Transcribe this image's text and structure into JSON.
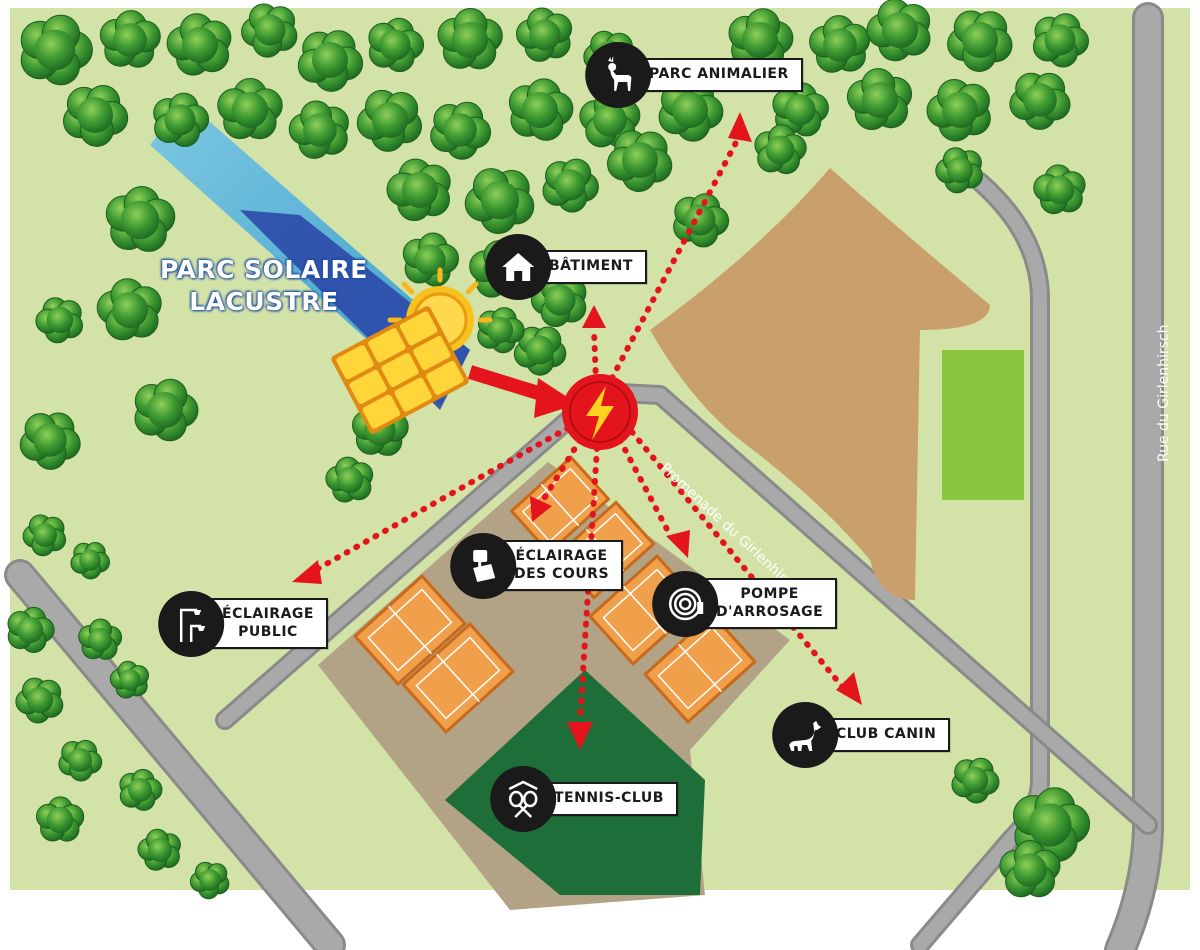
{
  "map": {
    "solar_park": {
      "line1": "PARC SOLAIRE",
      "line2": "LACUSTRE"
    },
    "streets": {
      "promenade": "Promenade du Girlenhirsch",
      "rue": "Rue du Girlenhirsch"
    },
    "destinations": [
      {
        "id": "parc-animalier",
        "label": "PARC ANIMALIER",
        "icon": "deer-icon"
      },
      {
        "id": "batiment",
        "label": "BÂTIMENT",
        "icon": "house-icon"
      },
      {
        "id": "eclairage-cours",
        "label": "ÉCLAIRAGE\nDES COURS",
        "icon": "floodlight-icon"
      },
      {
        "id": "pompe-arrosage",
        "label": "POMPE\nD'ARROSAGE",
        "icon": "hose-icon"
      },
      {
        "id": "eclairage-public",
        "label": "ÉCLAIRAGE\nPUBLIC",
        "icon": "streetlamp-icon"
      },
      {
        "id": "club-canin",
        "label": "CLUB CANIN",
        "icon": "dog-icon"
      },
      {
        "id": "tennis-club",
        "label": "TENNIS-CLUB",
        "icon": "tennis-rackets-icon"
      }
    ],
    "hub_icon": "lightning-icon",
    "colors": {
      "grass": "#d3e3a8",
      "road": "#a9a9a9",
      "lake": "#5bb8d6",
      "field": "#c9a06c",
      "court": "#f0a04b",
      "tennis_green": "#1e6e3a",
      "hub_red": "#e3141b",
      "arrow_red": "#e3141b",
      "tree": "#2f8c2a"
    }
  }
}
